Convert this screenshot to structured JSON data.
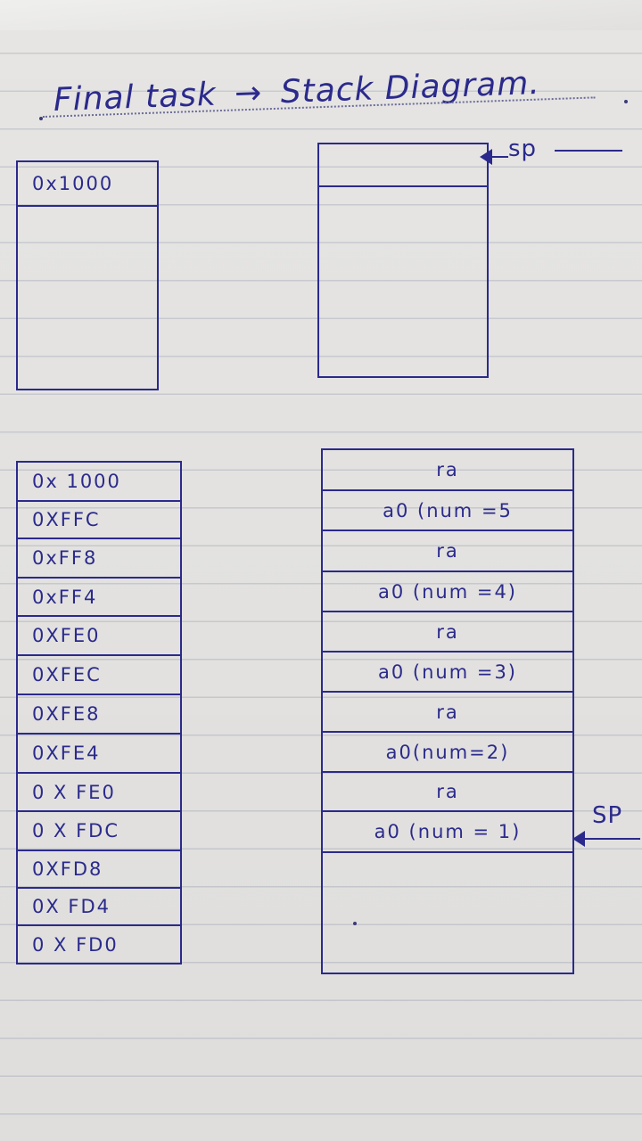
{
  "title": {
    "prefix": "Final task",
    "arrow": "→",
    "suffix": "Stack Diagram."
  },
  "top_left_box": {
    "header": "0x1000"
  },
  "top_right_box": {
    "sp_label": "sp"
  },
  "address_column": [
    "0x 1000",
    "0XFFC",
    "0xFF8",
    "0xFF4",
    "0XFE0",
    "0XFEC",
    "0XFE8",
    "0XFE4",
    "0 X FE0",
    "0 X FDC",
    "0XFD8",
    "0X FD4",
    "0 X FD0"
  ],
  "stack_column": [
    "ra",
    "a0 (num =5",
    "ra",
    "a0 (num =4)",
    "ra",
    "a0 (num =3)",
    "ra",
    "a0(num=2)",
    "ra",
    "a0 (num = 1)"
  ],
  "sp_marker": {
    "label": "SP"
  }
}
